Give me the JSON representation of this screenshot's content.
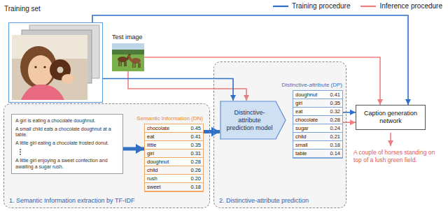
{
  "diagram": {
    "nodes": [
      {
        "text": [
          "Training set"
        ]
      },
      {
        "text": [
          "Test image"
        ]
      },
      {
        "text": [
          "1. Semantic Information extraction by TF-IDF"
        ]
      },
      {
        "text": [
          "A girl is eating a chocolate doughnut.",
          "A small child eats a chocolate doughnut at a table.",
          "A little girl eating a chocolate frosted donut.",
          "A little girl enjoying a sweet confection and awaiting a sugar rush."
        ],
        "in": 2
      },
      {
        "text": [
          "Semantic Information (DN)",
          "chocolate",
          "0.45",
          "eat",
          "0.41",
          "little",
          "0.35",
          "girl",
          "0.31",
          "doughnut",
          "0.28",
          "child",
          "0.26",
          "rush",
          "0.20",
          "sweet",
          "0.18"
        ],
        "in": 2
      },
      {
        "text": [
          "2. Distinctive-attribute prediction"
        ]
      },
      {
        "text": [
          "Distinctive-attribute prediction model"
        ],
        "in": 5
      },
      {
        "text": [
          "Distinctive-attribute (DP)",
          "doughnut",
          "0.41",
          "girl",
          "0.35",
          "eat",
          "0.32",
          "chocolate",
          "0.28",
          "sugar",
          "0.24",
          "child",
          "0.21",
          "small",
          "0.18",
          "table",
          "0.14"
        ],
        "in": 5
      },
      {
        "text": [
          "Caption generation network"
        ]
      }
    ],
    "edges": [
      {
        "from": 0,
        "to": 8,
        "arrow": "to"
      },
      {
        "from": 1,
        "to": 8,
        "arrow": "to"
      },
      {
        "from": 1,
        "to": 6,
        "arrow": "to"
      },
      {
        "from": 0,
        "to": 6,
        "arrow": "to"
      },
      {
        "from": 3,
        "to": 4,
        "arrow": "to"
      },
      {
        "from": 4,
        "to": 6,
        "arrow": "to"
      },
      {
        "from": 7,
        "to": 8,
        "arrow": "to"
      },
      {
        "from": 7,
        "to": 8,
        "arrow": "to"
      }
    ],
    "labels": [
      "A couple of horses standing on top of a lush green field."
    ],
    "legend": [
      {
        "text": "Training procedure"
      },
      {
        "text": "Inference procedure"
      }
    ]
  }
}
